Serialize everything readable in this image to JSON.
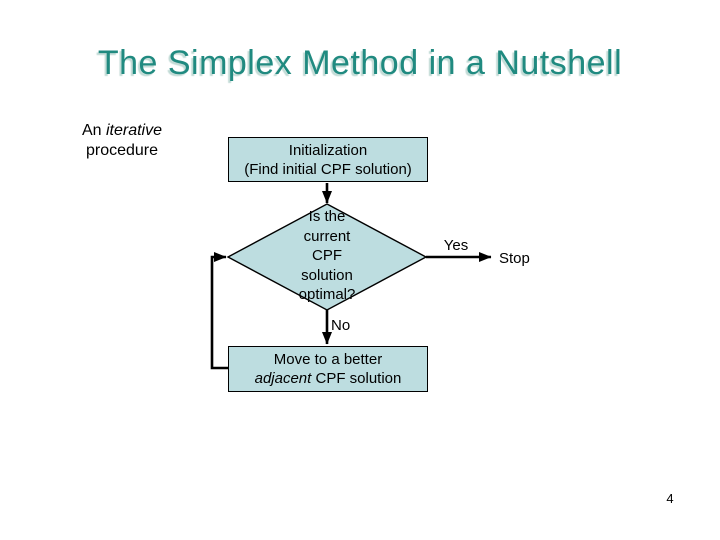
{
  "slide": {
    "title": "The Simplex Method in a Nutshell",
    "page_number": "4",
    "colors": {
      "title_text": "#208A80",
      "title_shadow": "#C2DBD6",
      "shape_fill": "#BDDDE0",
      "shape_border": "#000000",
      "connector": "#000000",
      "body_text": "#000000",
      "background": "#FFFFFF"
    }
  },
  "side_label": {
    "line1_prefix": "An ",
    "line1_italic": "iterative",
    "line2": "procedure"
  },
  "flowchart": {
    "init_box": {
      "line1": "Initialization",
      "line2": "(Find initial CPF solution)"
    },
    "decision": {
      "line1": "Is the",
      "line2": "current",
      "line3": "CPF",
      "line4": "solution",
      "line5": "optimal?"
    },
    "yes_label": "Yes",
    "stop_label": "Stop",
    "no_label": "No",
    "move_box": {
      "line1": "Move to a better",
      "line2_italic": "adjacent",
      "line2_rest": " CPF solution"
    }
  }
}
